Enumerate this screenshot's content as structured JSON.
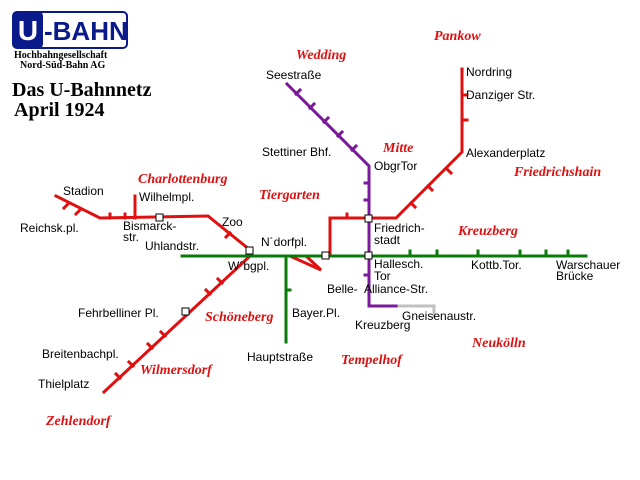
{
  "logo": {
    "letter": "U",
    "text": "-BAHN",
    "color": "#0b1a8a"
  },
  "company": {
    "line1": "Hochbahngesellschaft",
    "line2": "Nord-Süd-Bahn AG"
  },
  "title": {
    "line1": "Das U-Bahnnetz",
    "line2": "April 1924"
  },
  "colors": {
    "red_line": "#e01010",
    "green_line": "#0a7a0a",
    "purple_line": "#7a1a9a",
    "gray_line": "#c0c0c0",
    "district": "#dd1111"
  },
  "districts": {
    "wedding": "Wedding",
    "pankow": "Pankow",
    "mitte": "Mitte",
    "friedrichshain": "Friedrichshain",
    "charlottenburg": "Charlottenburg",
    "tiergarten": "Tiergarten",
    "kreuzberg": "Kreuzberg",
    "schoeneberg": "Schöneberg",
    "neukoelln": "Neukölln",
    "tempelhof": "Tempelhof",
    "wilmersdorf": "Wilmersdorf",
    "zehlendorf": "Zehlendorf"
  },
  "stations": {
    "seestrasse": "Seestraße",
    "stettiner": "Stettiner Bhf.",
    "obgrtor": "ObgrTor",
    "nordring": "Nordring",
    "danziger": "Danziger Str.",
    "alexanderplatz": "Alexanderplatz",
    "stadion": "Stadion",
    "wilhelmpl": "Wilhelmpl.",
    "reichskpl": "Reichsk.pl.",
    "bismarck1": "Bismarck-",
    "bismarck2": "str.",
    "zoo": "Zoo",
    "uhlandstr": "Uhlandstr.",
    "ndorfpl": "N´dorfpl.",
    "wbgpl": "W´bgpl.",
    "friedrich1": "Friedrich-",
    "friedrich2": "stadt",
    "hallesch1": "Hallesch.",
    "hallesch2": "Tor",
    "kottbtor": "Kottb.Tor.",
    "warschauer1": "Warschauer",
    "warschauer2": "Brücke",
    "belle": "Belle-",
    "alliance": "Alliance-Str.",
    "gneisenau": "Gneisenaustr.",
    "kreuzberg": "Kreuzberg",
    "fehrbelliner": "Fehrbelliner Pl.",
    "bayerpl": "Bayer.Pl.",
    "breitenbach": "Breitenbachpl.",
    "hauptstrasse": "Hauptstraße",
    "thielplatz": "Thielplatz"
  }
}
